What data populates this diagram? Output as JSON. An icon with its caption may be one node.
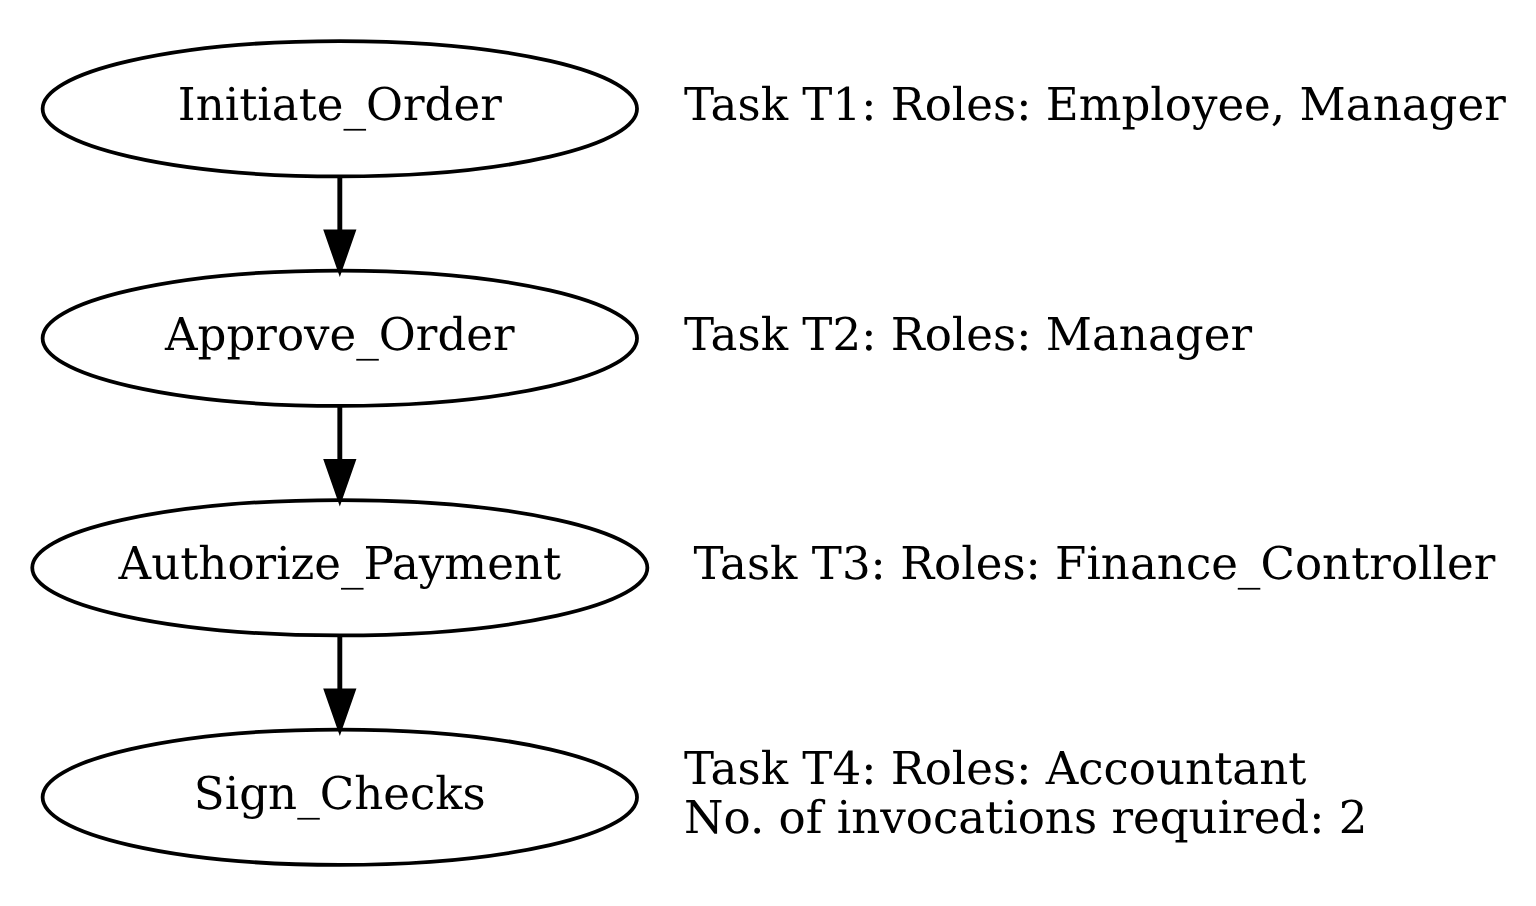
{
  "diagram": {
    "nodes": [
      {
        "text": [
          "Initiate_Order"
        ],
        "beside": [
          "Task T1: Roles: Employee, Manager"
        ]
      },
      {
        "text": [
          "Approve_Order"
        ],
        "beside": [
          "Task T2: Roles: Manager"
        ]
      },
      {
        "text": [
          "Authorize_Payment"
        ],
        "beside": [
          "Task T3: Roles: Finance_Controller"
        ]
      },
      {
        "text": [
          "Sign_Checks"
        ],
        "beside": [
          "Task T4: Roles: Accountant",
          "No. of invocations required: 2"
        ]
      }
    ],
    "edges": [
      {
        "from": 0,
        "to": 1,
        "arrow": "to"
      },
      {
        "from": 1,
        "to": 2,
        "arrow": "to"
      },
      {
        "from": 2,
        "to": 3,
        "arrow": "to"
      }
    ]
  }
}
